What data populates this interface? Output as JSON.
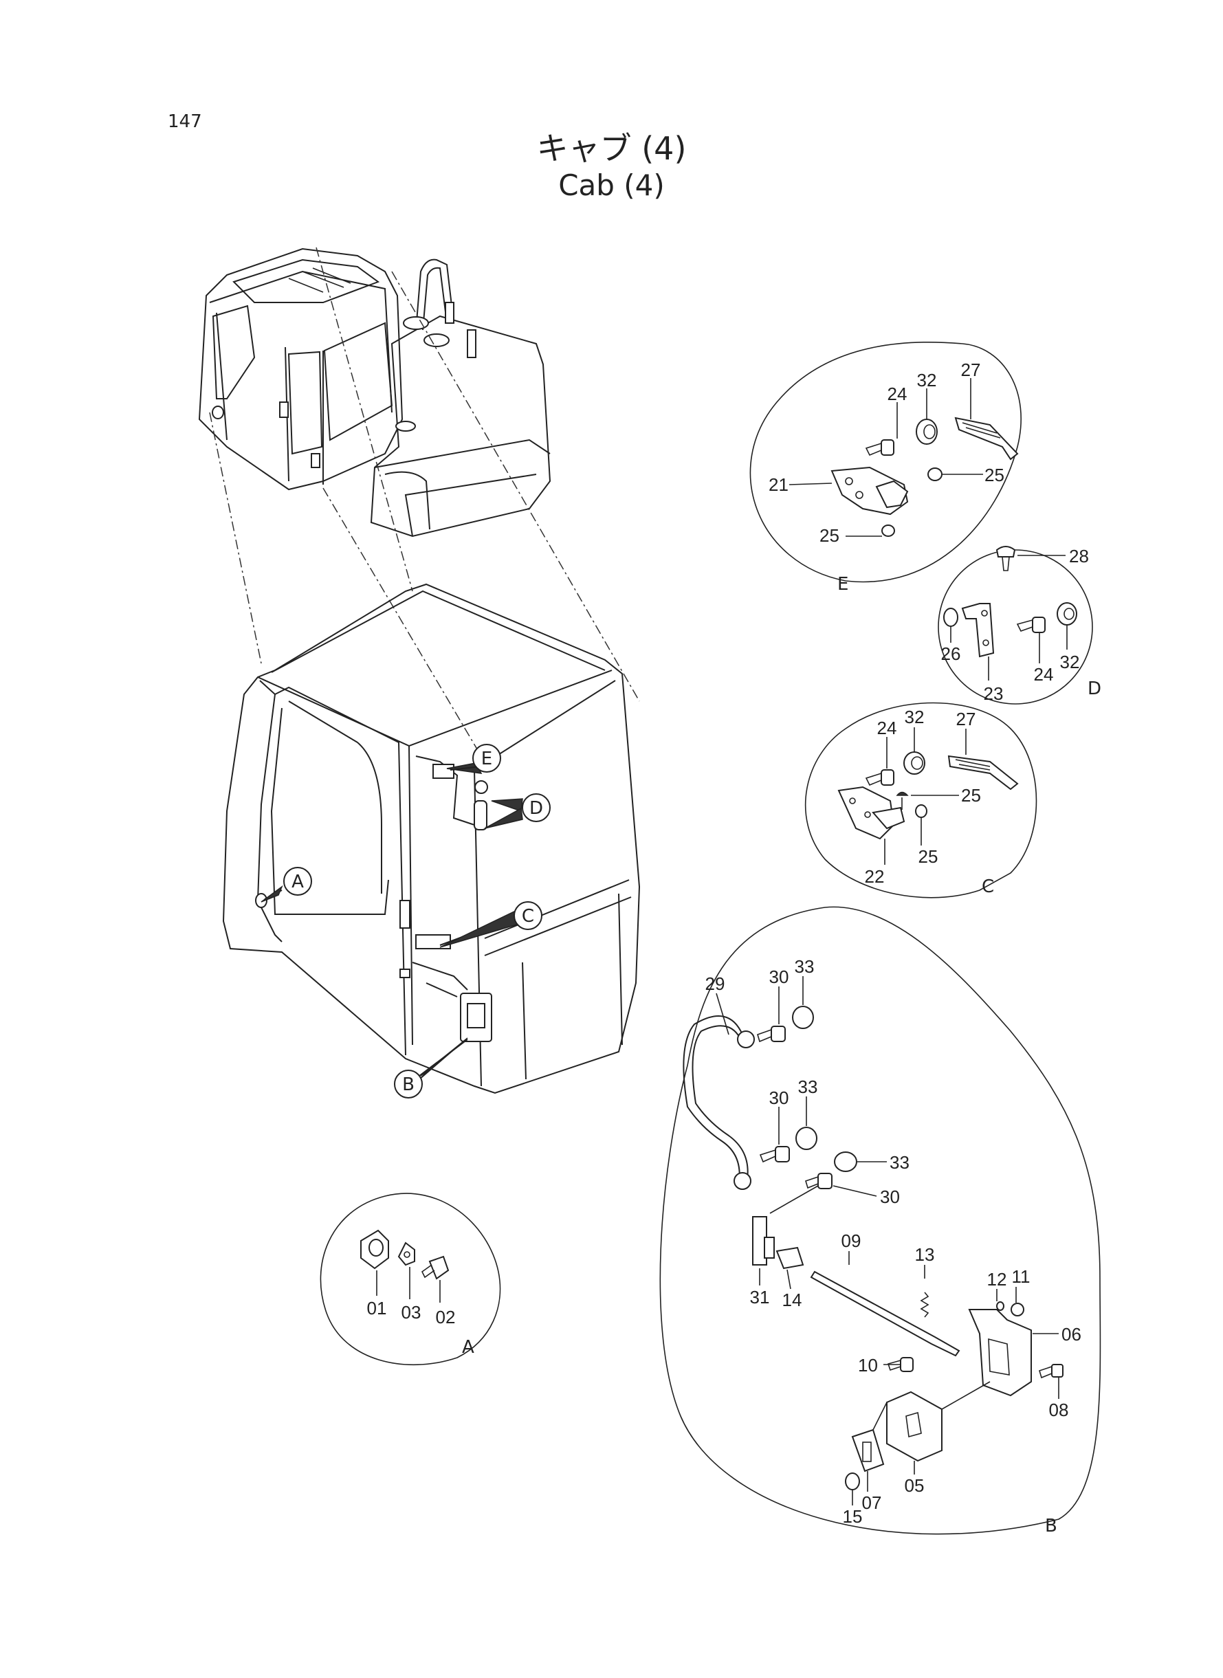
{
  "page_number": "147",
  "title_jp": "キャブ (4)",
  "title_en": "Cab (4)",
  "detail_views": {
    "A": {
      "letter": "A",
      "parts": [
        "01",
        "03",
        "02"
      ]
    },
    "B": {
      "letter": "B",
      "parts": [
        "29",
        "30",
        "33",
        "30",
        "33",
        "33",
        "30",
        "09",
        "13",
        "12",
        "11",
        "31",
        "14",
        "06",
        "10",
        "08",
        "05",
        "15",
        "07"
      ]
    },
    "C": {
      "letter": "C",
      "parts": [
        "24",
        "32",
        "27",
        "25",
        "22",
        "25"
      ]
    },
    "D": {
      "letter": "D",
      "parts": [
        "28",
        "26",
        "24",
        "32",
        "23"
      ]
    },
    "E": {
      "letter": "E",
      "parts": [
        "24",
        "32",
        "27",
        "25",
        "21",
        "25"
      ]
    }
  },
  "callouts": [
    "A",
    "B",
    "C",
    "D",
    "E"
  ]
}
